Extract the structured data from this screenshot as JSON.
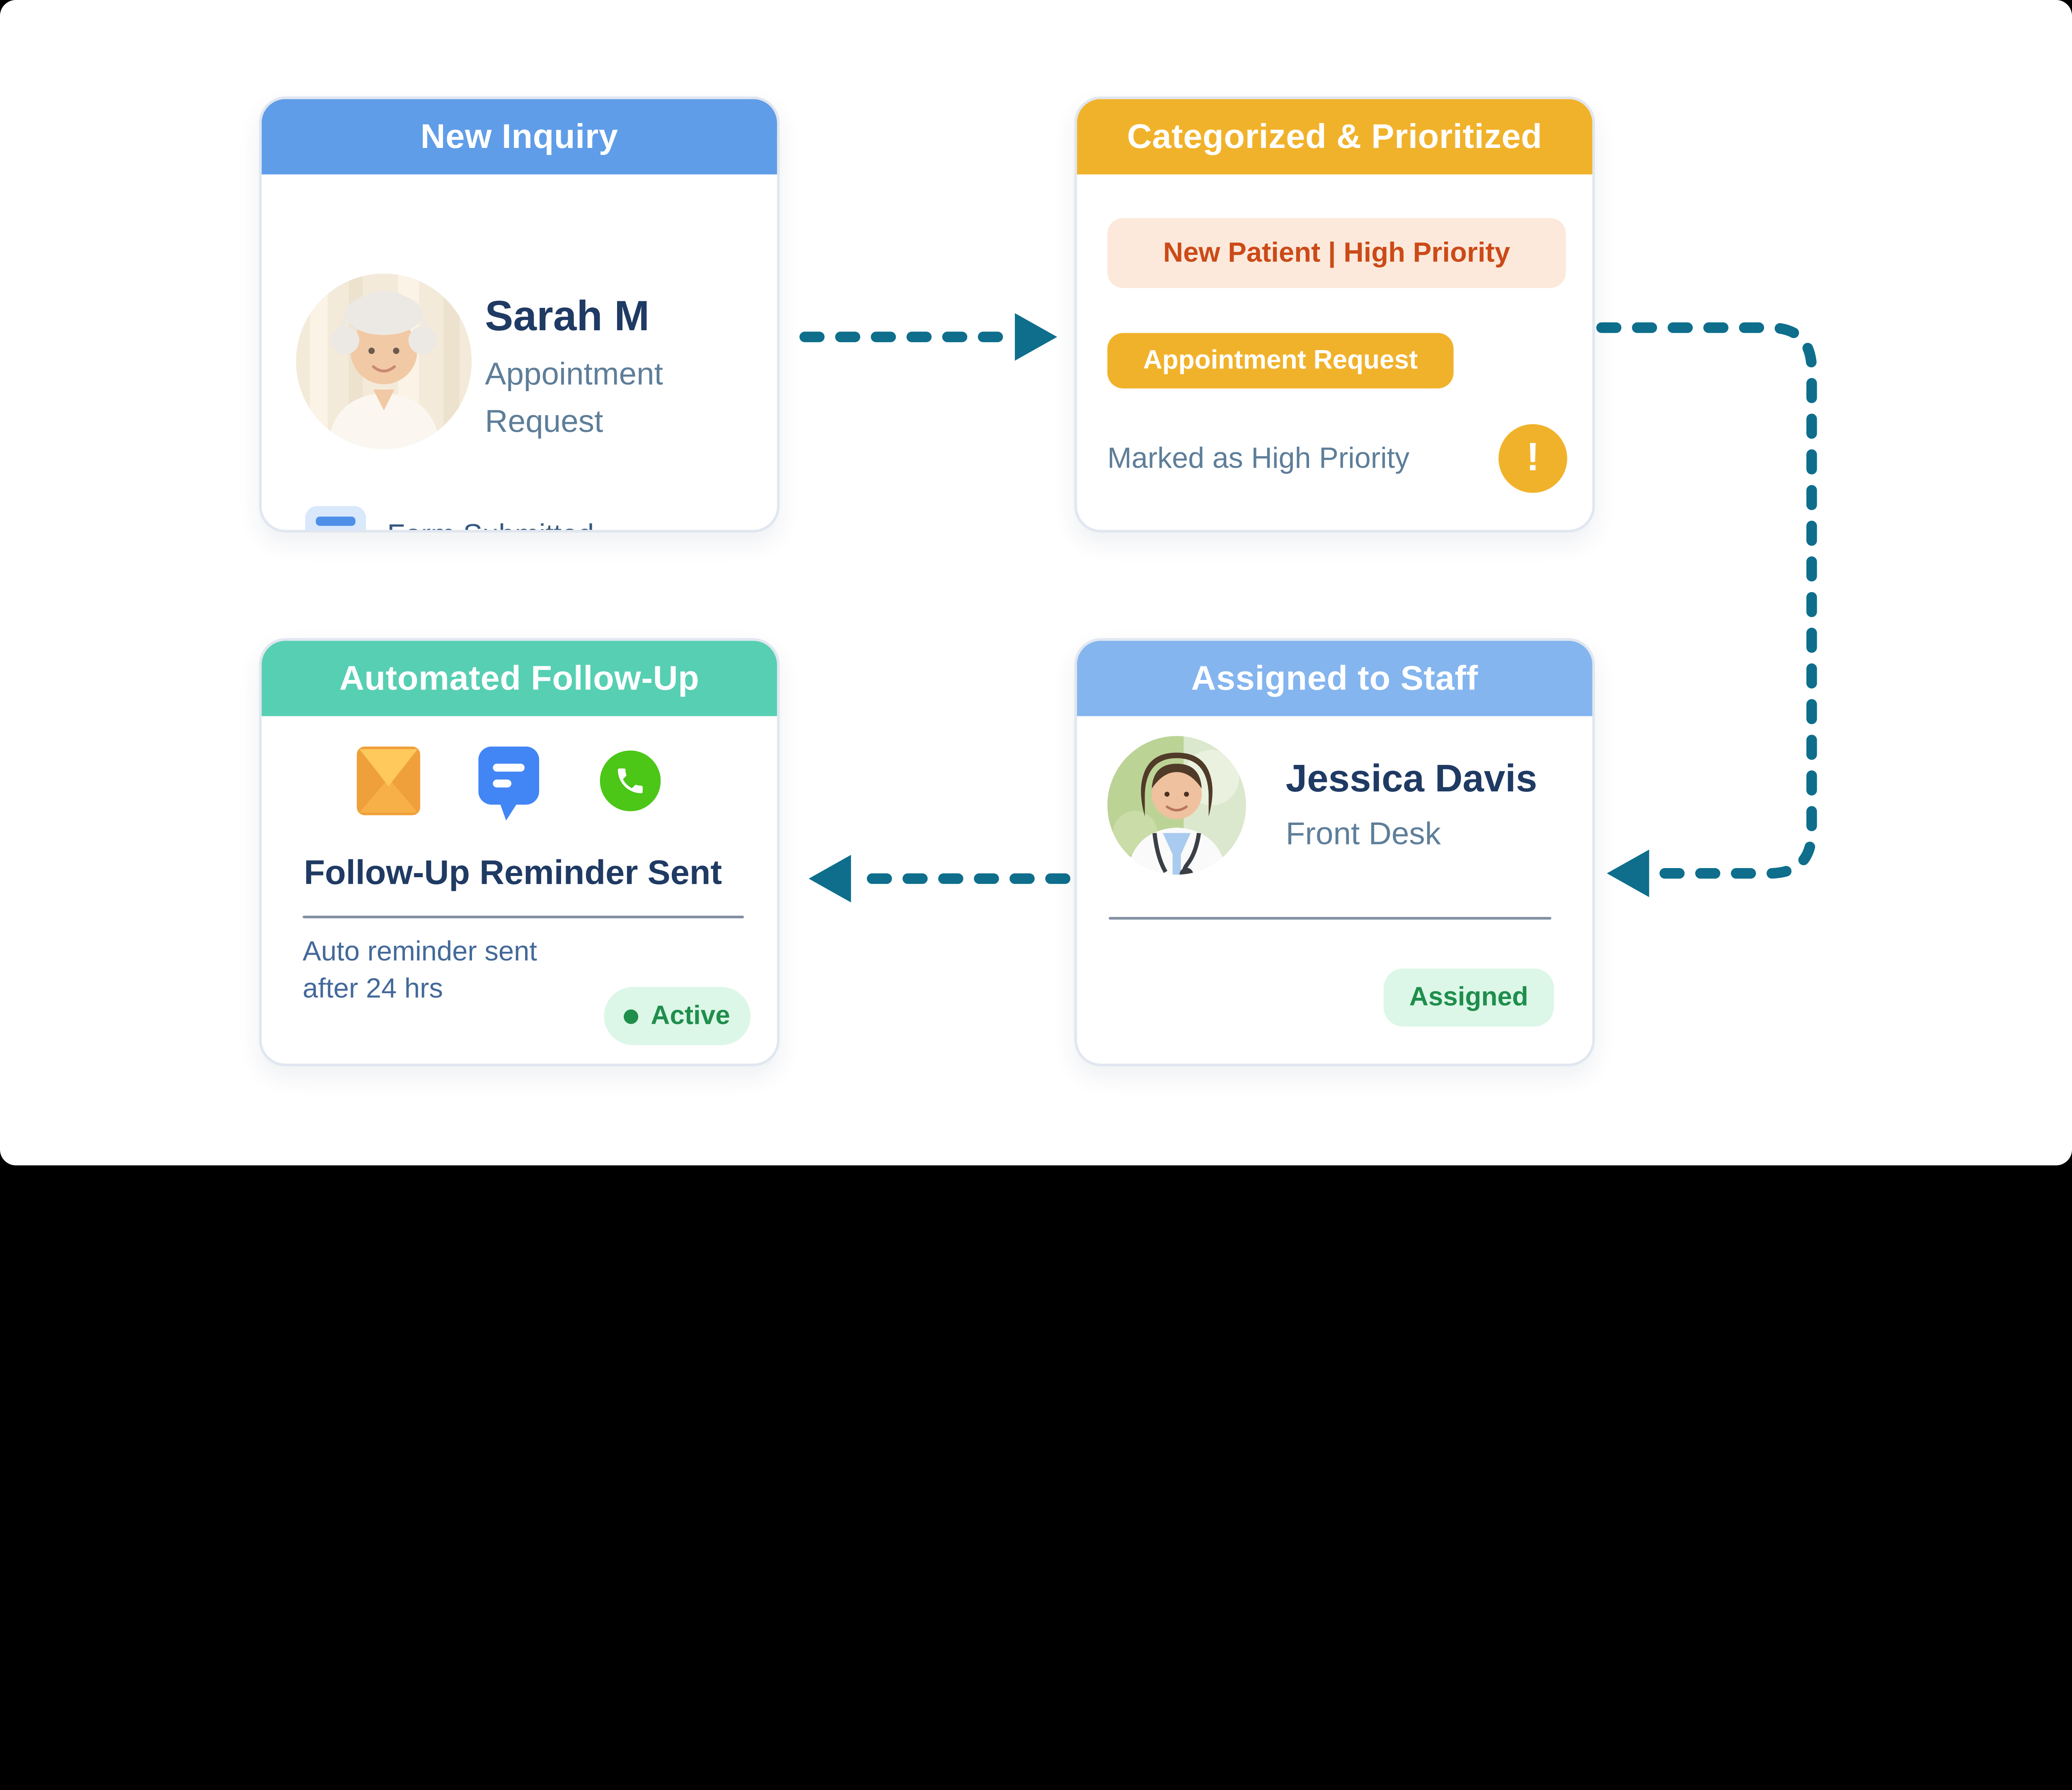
{
  "colors": {
    "header_blue": "#5F9DE8",
    "header_amber": "#F1B22B",
    "header_light_blue": "#84B5EF",
    "header_teal": "#57CFB3",
    "arrow_teal": "#0E6E8C",
    "navy_text": "#1F3A63",
    "slate_text": "#5E7E99",
    "priority_text": "#CB4A17",
    "priority_bg": "#FCE9DB",
    "green_text": "#1F8E4C",
    "green_bg": "#DCF7E7",
    "phone_green": "#4CC617",
    "sms_blue": "#4286F5",
    "mail_orange": "#F3A53D"
  },
  "cards": {
    "new_inquiry": {
      "title": "New Inquiry",
      "person_name": "Sarah M",
      "person_subtitle": "Appointment Request",
      "status_icon": "form-lines-icon",
      "status_label": "Form Submitted"
    },
    "categorized": {
      "title": "Categorized & Prioritized",
      "category_badge": "New Patient | High Priority",
      "type_badge": "Appointment Request",
      "priority_note": "Marked as High Priority",
      "alert_icon": "exclamation-icon",
      "alert_symbol": "!"
    },
    "assigned": {
      "title": "Assigned to Staff",
      "person_name": "Jessica Davis",
      "person_subtitle": "Front Desk",
      "status_badge": "Assigned"
    },
    "follow_up": {
      "title": "Automated Follow-Up",
      "icons": [
        "email-icon",
        "sms-icon",
        "phone-icon"
      ],
      "headline": "Follow-Up Reminder Sent",
      "note_line1": "Auto reminder sent",
      "note_line2": "after 24 hrs",
      "status_badge": "Active"
    }
  }
}
